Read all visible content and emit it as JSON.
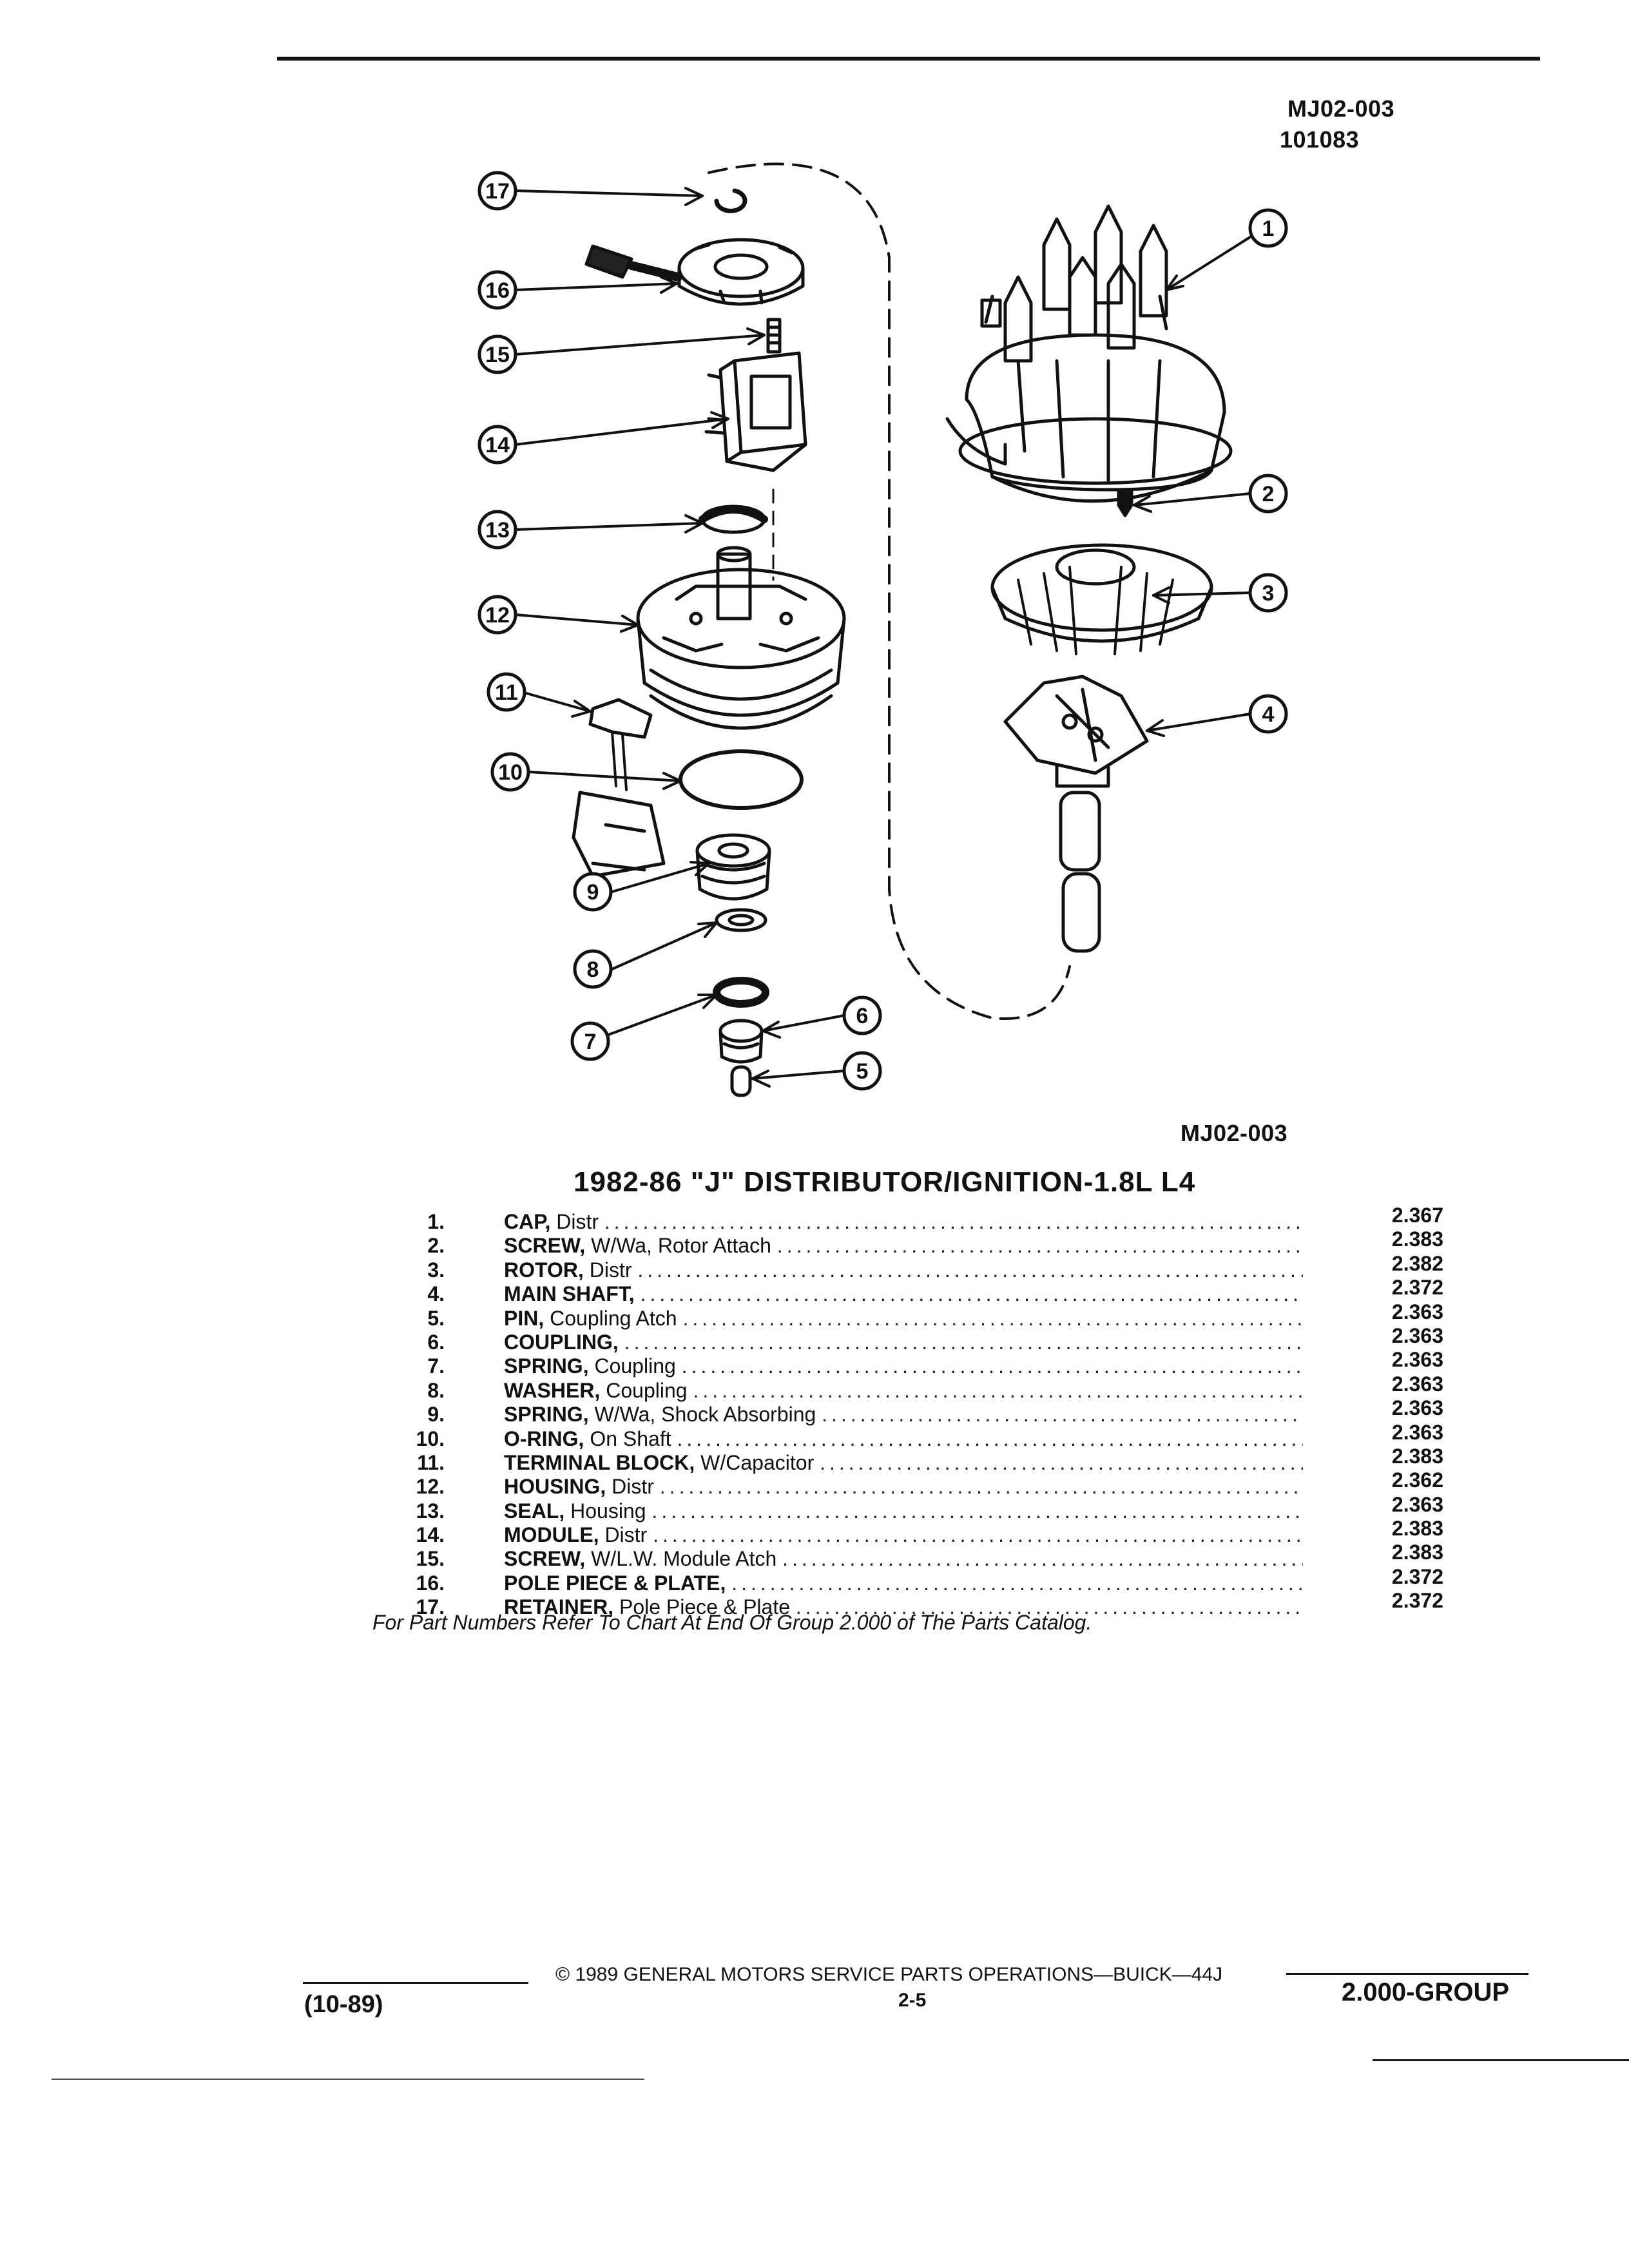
{
  "header": {
    "code": "MJ02-003",
    "date_code": "101083"
  },
  "diagram": {
    "callouts": [
      "1",
      "2",
      "3",
      "4",
      "5",
      "6",
      "7",
      "8",
      "9",
      "10",
      "11",
      "12",
      "13",
      "14",
      "15",
      "16",
      "17"
    ],
    "figure_code": "MJ02-003"
  },
  "title": "1982-86 \"J\" DISTRIBUTOR/IGNITION-1.8L L4",
  "parts": [
    {
      "num": "1.",
      "name": "CAP,",
      "desc": "Distr",
      "group": "2.367"
    },
    {
      "num": "2.",
      "name": "SCREW,",
      "desc": "W/Wa, Rotor Attach",
      "group": "2.383"
    },
    {
      "num": "3.",
      "name": "ROTOR,",
      "desc": "Distr",
      "group": "2.382"
    },
    {
      "num": "4.",
      "name": "MAIN SHAFT,",
      "desc": "",
      "group": "2.372"
    },
    {
      "num": "5.",
      "name": "PIN,",
      "desc": "Coupling Atch",
      "group": "2.363"
    },
    {
      "num": "6.",
      "name": "COUPLING,",
      "desc": "",
      "group": "2.363"
    },
    {
      "num": "7.",
      "name": "SPRING,",
      "desc": "Coupling",
      "group": "2.363"
    },
    {
      "num": "8.",
      "name": "WASHER,",
      "desc": "Coupling",
      "group": "2.363"
    },
    {
      "num": "9.",
      "name": "SPRING,",
      "desc": "W/Wa, Shock Absorbing",
      "group": "2.363"
    },
    {
      "num": "10.",
      "name": "O-RING,",
      "desc": "On Shaft",
      "group": "2.363"
    },
    {
      "num": "11.",
      "name": "TERMINAL BLOCK,",
      "desc": "W/Capacitor",
      "group": "2.383"
    },
    {
      "num": "12.",
      "name": "HOUSING,",
      "desc": "Distr",
      "group": "2.362"
    },
    {
      "num": "13.",
      "name": "SEAL,",
      "desc": "Housing",
      "group": "2.363"
    },
    {
      "num": "14.",
      "name": "MODULE,",
      "desc": "Distr",
      "group": "2.383"
    },
    {
      "num": "15.",
      "name": "SCREW,",
      "desc": "W/L.W. Module Atch",
      "group": "2.383"
    },
    {
      "num": "16.",
      "name": "POLE PIECE & PLATE,",
      "desc": "",
      "group": "2.372"
    },
    {
      "num": "17.",
      "name": "RETAINER,",
      "desc": "Pole Piece & Plate",
      "group": "2.372"
    }
  ],
  "note": "For Part Numbers Refer To Chart At End Of Group 2.000 of The Parts Catalog.",
  "footer": {
    "copyright": "© 1989 GENERAL MOTORS SERVICE PARTS OPERATIONS—BUICK—44J",
    "page": "2-5",
    "revision": "(10-89)",
    "group": "2.000-GROUP"
  }
}
